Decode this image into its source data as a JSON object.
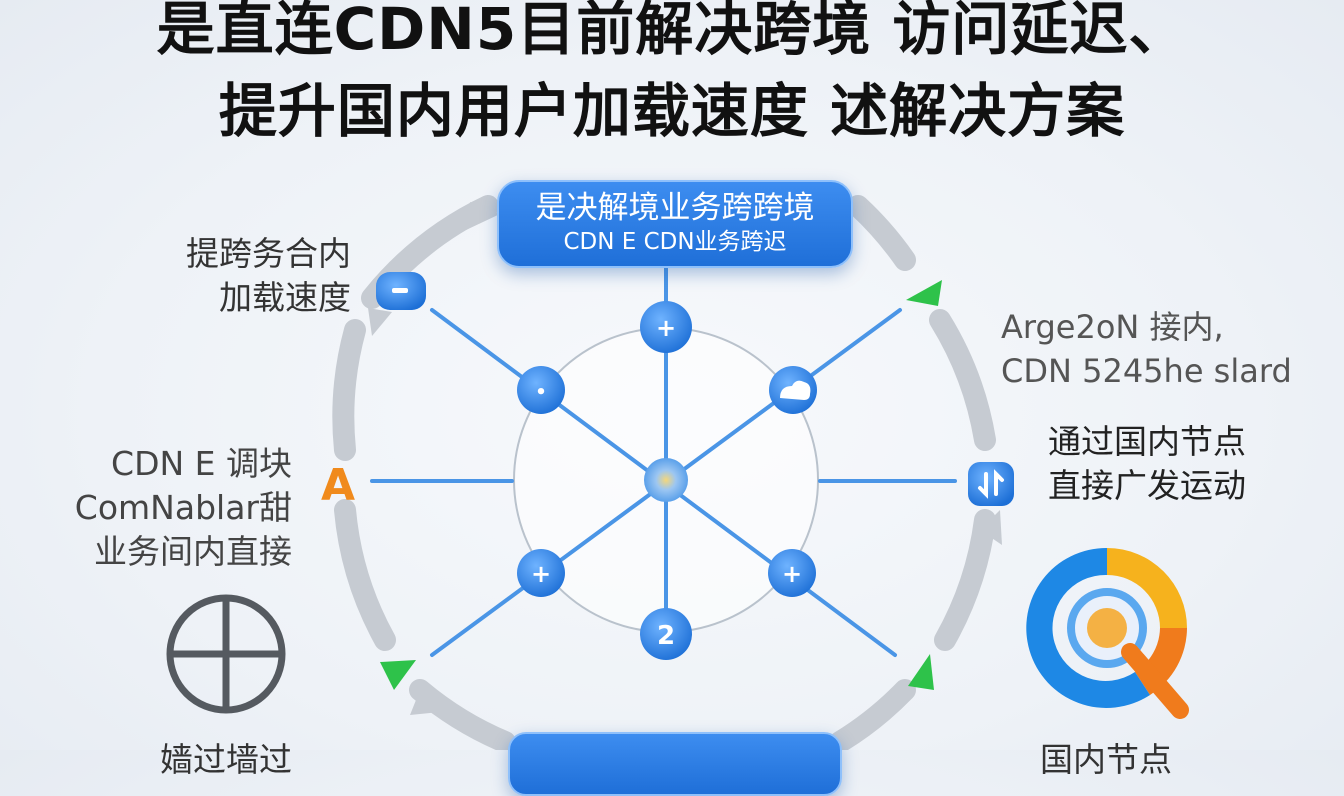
{
  "title": {
    "line1": "是直连CDN5目前解决跨境 访问延迟、",
    "line2": "提升国内用户加载速度 述解决方案"
  },
  "top_pill": {
    "line1": "是决解境业务跨跨境",
    "line2": "CDN E CDN业务跨迟"
  },
  "labels": {
    "top_left": [
      "提跨务合内",
      "加载速度"
    ],
    "mid_left": [
      "CDN E 调块",
      "ComNablar甜",
      "业务间内直接"
    ],
    "right_top": [
      "Arge2oN 接内,",
      "CDN 5245he slard"
    ],
    "right_mid": [
      "通过国内节点",
      "直接广发运动"
    ],
    "bottom_left": "嫱过墙过",
    "bottom_right": "国内节点"
  },
  "nodes": {
    "top": "+",
    "upper_left": "•",
    "upper_right": "",
    "lower_left": "+",
    "lower_right": "+",
    "bottom": "2",
    "left_letter": "A"
  },
  "colors": {
    "pill": "#2a7de6",
    "node": "#2f86e8",
    "spoke": "#4a95e6",
    "ring_arrow": "#c4c9d0",
    "green_arrow": "#2ec24a",
    "orange_letter": "#f08a1c"
  },
  "icons": {
    "top_left": "minus-badge-icon",
    "mid_left": "letter-a-icon",
    "right_mid": "sync-badge-icon",
    "bottom_left": "globe-cross-icon",
    "bottom_right": "magnifier-chart-icon"
  }
}
